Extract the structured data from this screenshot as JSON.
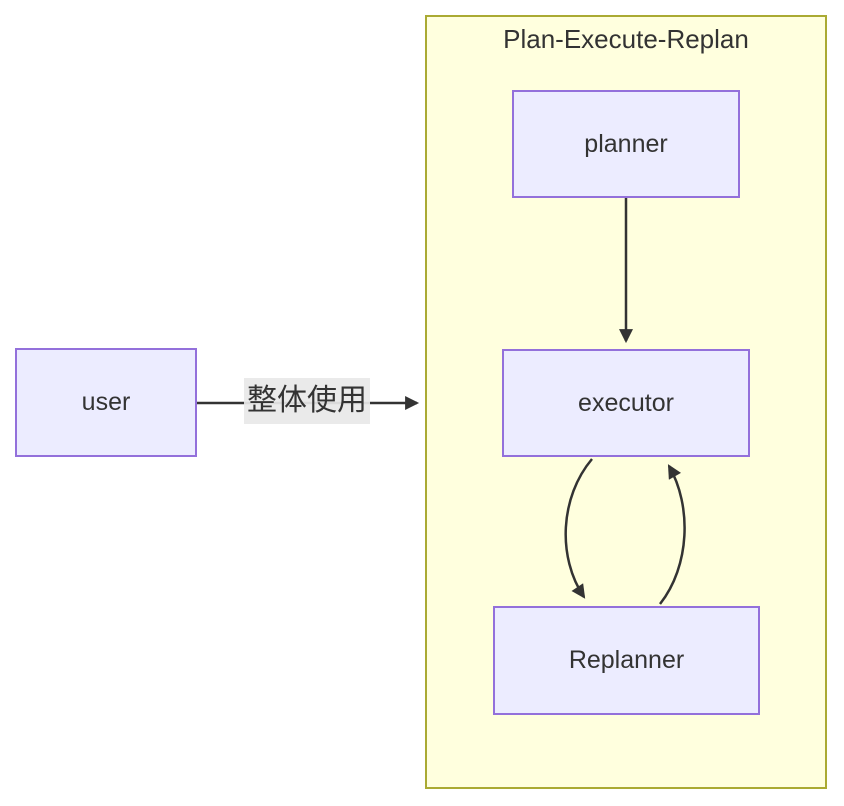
{
  "diagram": {
    "title": "Plan-Execute-Replan",
    "nodes": {
      "user": {
        "label": "user"
      },
      "planner": {
        "label": "planner"
      },
      "executor": {
        "label": "executor"
      },
      "replanner": {
        "label": "Replanner"
      }
    },
    "edges": [
      {
        "from": "user",
        "to": "executor",
        "label": "整体使用"
      },
      {
        "from": "planner",
        "to": "executor",
        "label": ""
      },
      {
        "from": "executor",
        "to": "replanner",
        "label": ""
      },
      {
        "from": "replanner",
        "to": "executor",
        "label": ""
      }
    ],
    "colors": {
      "node_fill": "#ECECFF",
      "node_border": "#9370DB",
      "subgraph_fill": "#FFFFDE",
      "subgraph_border": "#AAAA33",
      "edge_stroke": "#333333",
      "edge_label_bg": "#E8E8E8",
      "text": "#333333"
    }
  }
}
